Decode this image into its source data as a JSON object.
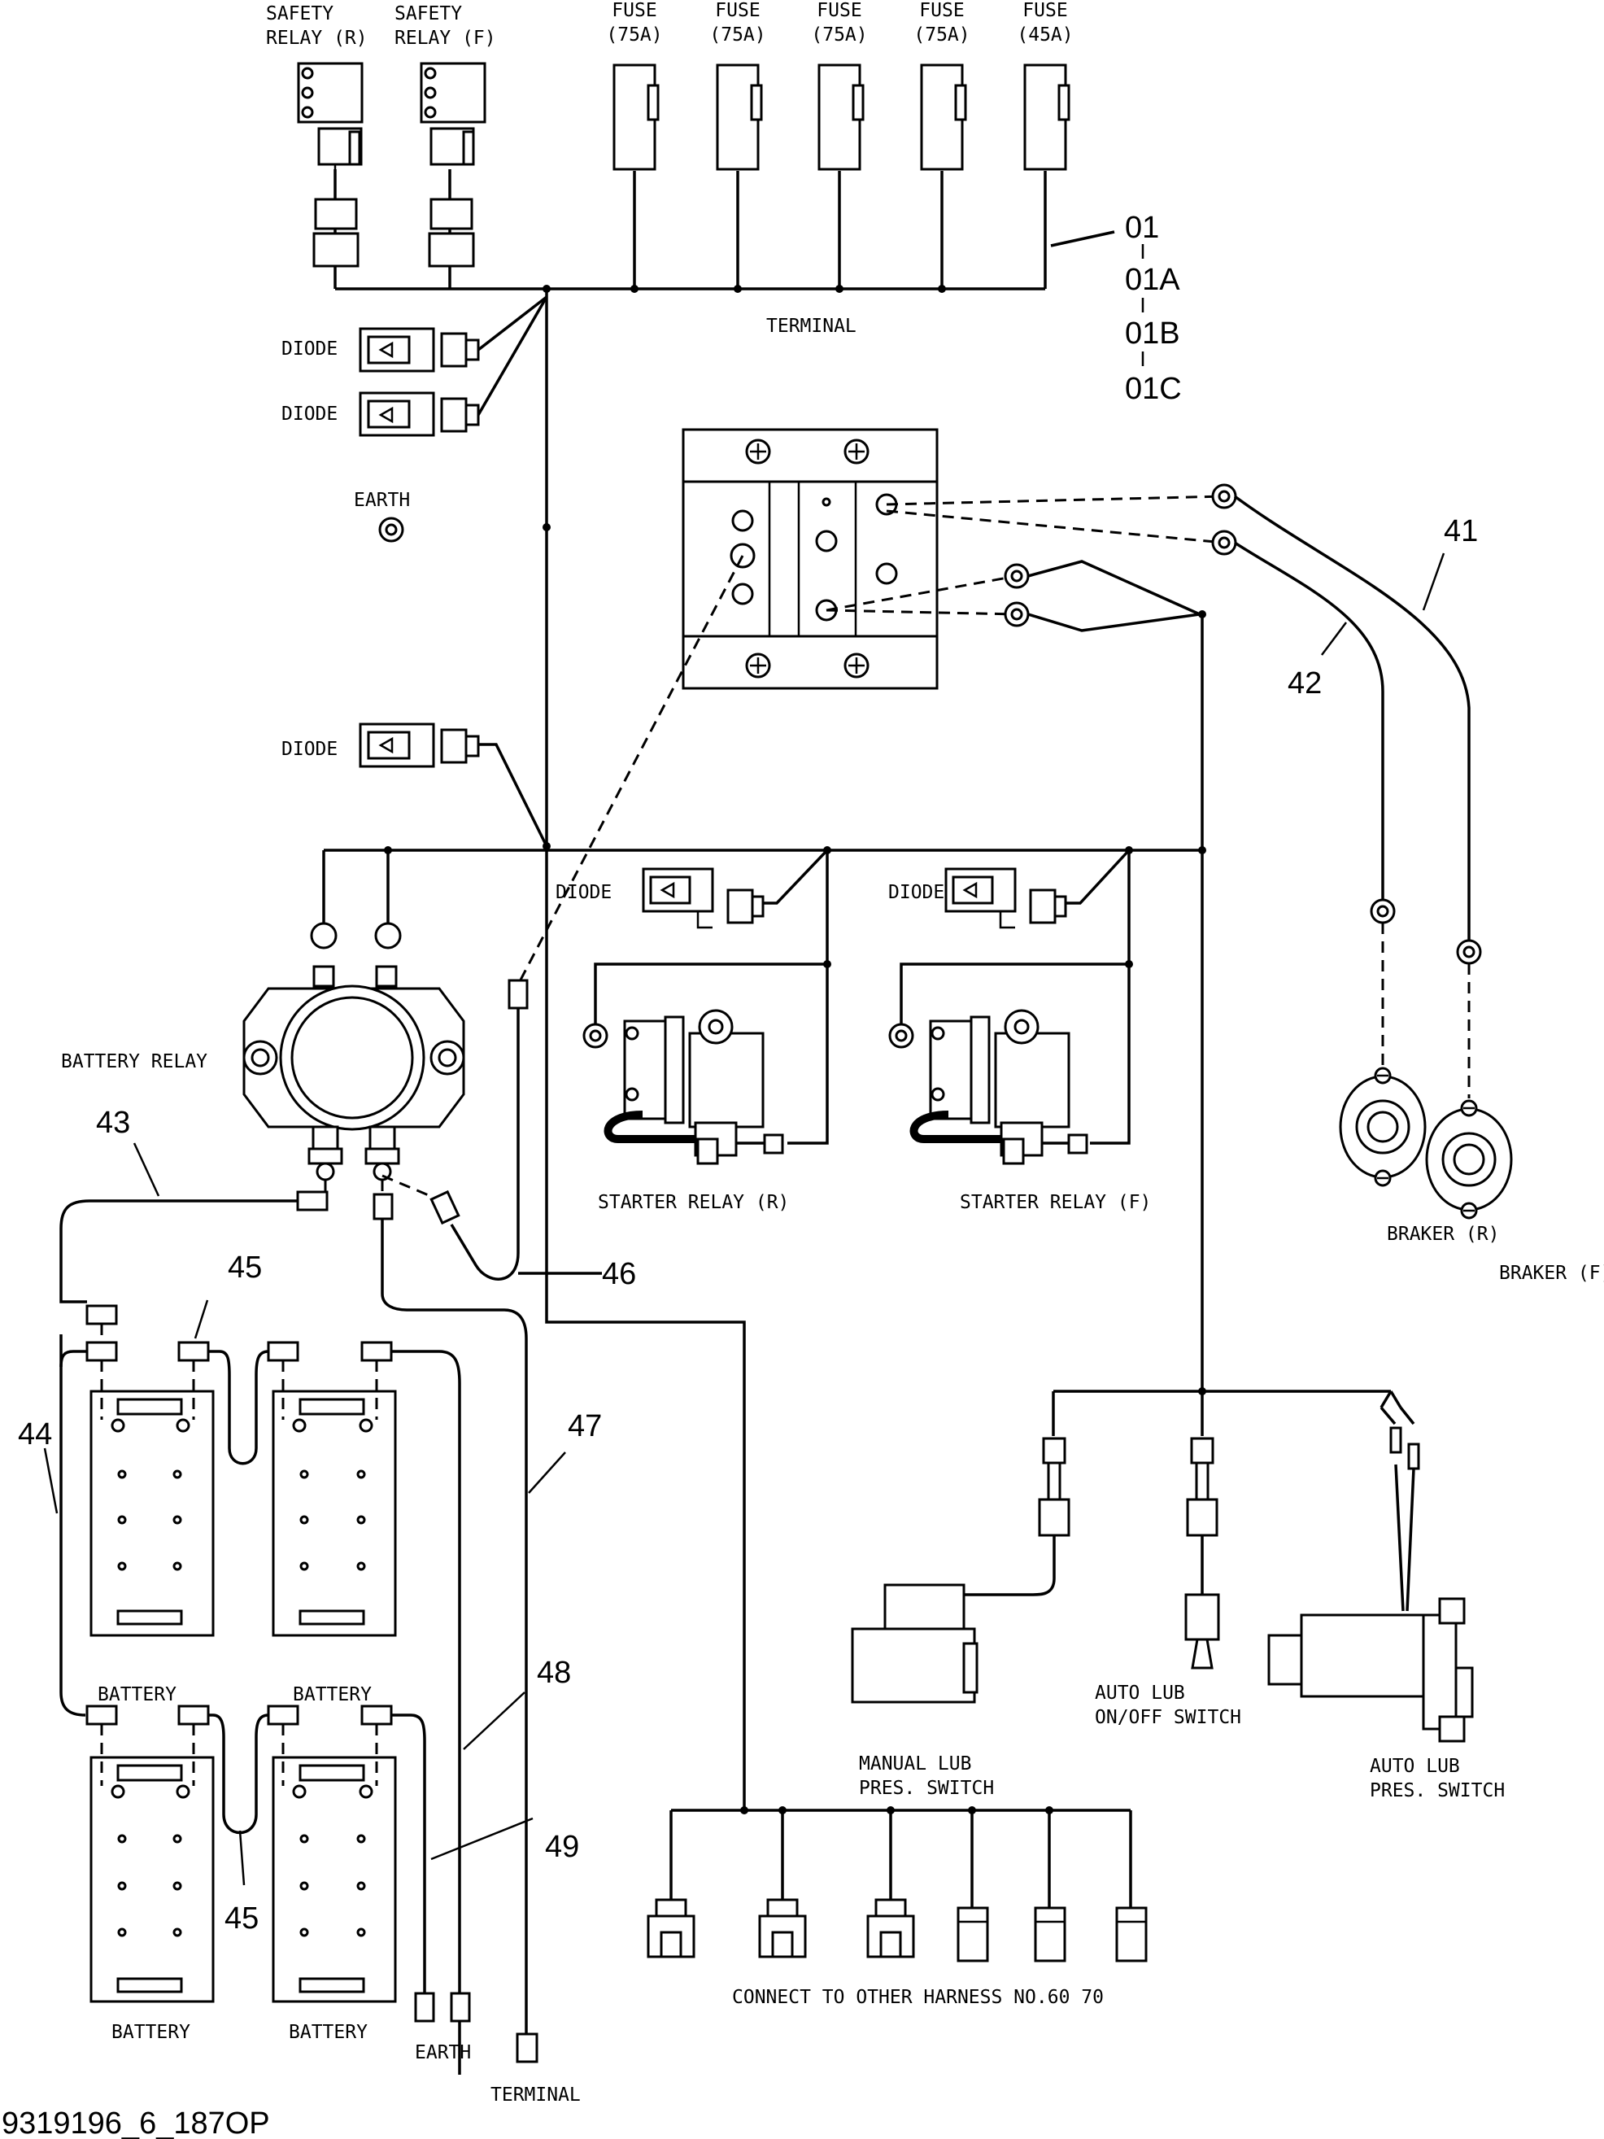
{
  "figure_id": "9319196_6_187OP",
  "labels": {
    "safety_relay_r": [
      "SAFETY",
      "RELAY (R)"
    ],
    "safety_relay_f": [
      "SAFETY",
      "RELAY (F)"
    ],
    "fuses": [
      {
        "name": "FUSE",
        "rating": "(75A)"
      },
      {
        "name": "FUSE",
        "rating": "(75A)"
      },
      {
        "name": "FUSE",
        "rating": "(75A)"
      },
      {
        "name": "FUSE",
        "rating": "(75A)"
      },
      {
        "name": "FUSE",
        "rating": "(45A)"
      }
    ],
    "terminal_top": "TERMINAL",
    "diode": "DIODE",
    "earth_top": "EARTH",
    "battery_relay": "BATTERY RELAY",
    "starter_relay_r": "STARTER RELAY (R)",
    "starter_relay_f": "STARTER RELAY (F)",
    "braker_r": "BRAKER (R)",
    "braker_f": "BRAKER (F)",
    "battery": "BATTERY",
    "earth_bottom": "EARTH",
    "terminal_bottom": "TERMINAL",
    "auto_lub_onoff": [
      "AUTO LUB",
      "ON/OFF SWITCH"
    ],
    "auto_lub_pres": [
      "AUTO LUB",
      "PRES. SWITCH"
    ],
    "manual_lub_pres": [
      "MANUAL LUB",
      "PRES. SWITCH"
    ],
    "connect_other": "CONNECT TO OTHER HARNESS NO.60 70"
  },
  "callouts": {
    "c01": "01",
    "c01a": "01A",
    "c01b": "01B",
    "c01c": "01C",
    "c41": "41",
    "c42": "42",
    "c43": "43",
    "c44": "44",
    "c45a": "45",
    "c45b": "45",
    "c46": "46",
    "c47": "47",
    "c48": "48",
    "c49": "49"
  }
}
